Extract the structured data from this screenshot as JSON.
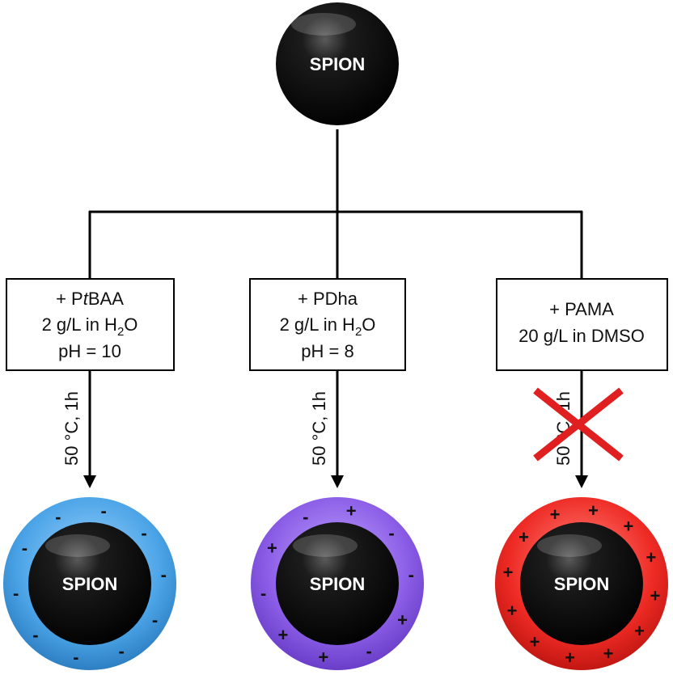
{
  "top_particle": {
    "label": "SPION"
  },
  "conditions": [
    {
      "line1": "+ PtBAA",
      "line1_parts": [
        "+ P",
        "t",
        "BAA"
      ],
      "line2_parts": [
        "2 g/L in H",
        "2",
        "O"
      ],
      "line3": "pH = 10",
      "arrow_label": "50 °C, 1h",
      "crossed": false,
      "shell_color": "#4aa3e6",
      "charge_type": "minus",
      "charge_signs": [
        "-",
        "-",
        "-",
        "-",
        "-",
        "-",
        "-",
        "-",
        "-",
        "-"
      ]
    },
    {
      "line1": "+ PDha",
      "line1_parts": [
        "+ PDha",
        "",
        ""
      ],
      "line2_parts": [
        "2 g/L in H",
        "2",
        "O"
      ],
      "line3": "pH = 8",
      "arrow_label": "50 °C, 1h",
      "crossed": false,
      "shell_color": "#8a5ce6",
      "charge_type": "mixed",
      "charge_signs": [
        "+",
        "-",
        "-",
        "+",
        "-",
        "+",
        "+",
        "-",
        "+",
        "-"
      ]
    },
    {
      "line1": "+ PAMA",
      "line1_parts": [
        "+ PAMA",
        "",
        ""
      ],
      "line2_parts": [
        "20 g/L in DMSO",
        "",
        ""
      ],
      "line3": "",
      "arrow_label": "50 °C, 1h",
      "crossed": true,
      "shell_color": "#ee2a24",
      "charge_type": "plus",
      "charge_signs": [
        "+",
        "+",
        "+",
        "+",
        "+",
        "+",
        "+",
        "+",
        "+",
        "+",
        "+",
        "+"
      ]
    }
  ],
  "particle_label": "SPION",
  "colors": {
    "core": "#0a0a0a",
    "line": "#000000",
    "cross": "#e02020"
  }
}
